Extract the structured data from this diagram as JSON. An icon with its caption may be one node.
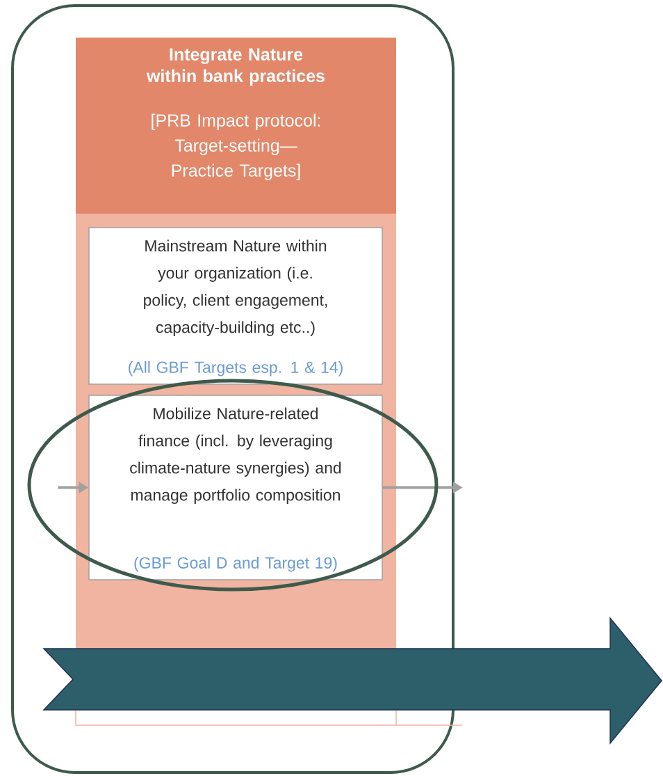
{
  "diagram": {
    "nodes": [
      {
        "text": [
          "Integrate Nature within bank practices",
          "[PRB Impact protocol: Target-setting— Practice Targets]"
        ]
      },
      {
        "text": [
          "Mainstream Nature within your organization (i.e. policy, client engagement, capacity-building etc..)",
          "(All GBF Targets esp. 1 & 14)"
        ],
        "in": 0
      },
      {
        "text": [
          "Mobilize Nature-related finance (incl. by leveraging climate-nature synergies) and manage portfolio composition",
          "(GBF Goal D and Target 19)"
        ],
        "in": 0
      }
    ],
    "edges": [
      {
        "from": null,
        "to": 2,
        "arrow": "to"
      },
      {
        "from": 2,
        "to": null,
        "arrow": "to"
      }
    ]
  }
}
